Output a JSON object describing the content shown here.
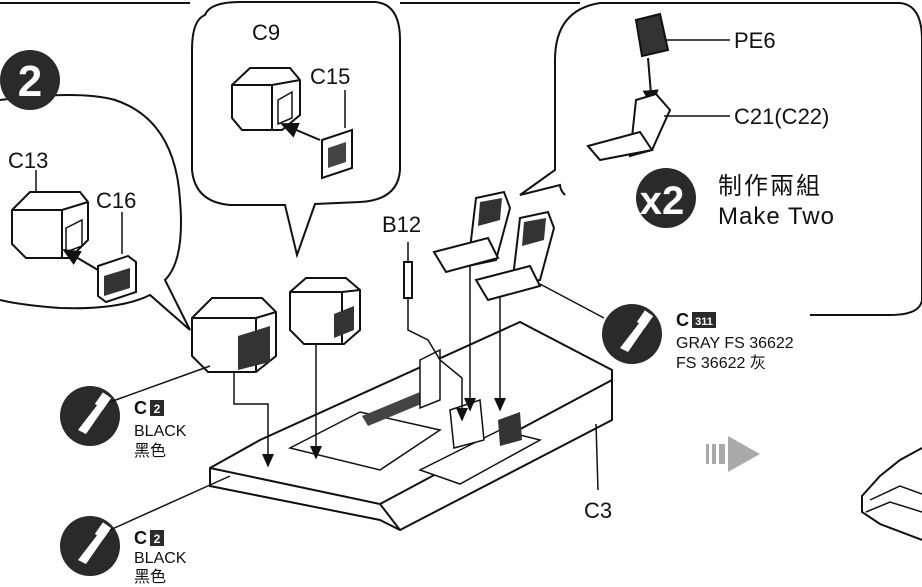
{
  "step": {
    "number": "2"
  },
  "parts": {
    "c9": "C9",
    "c15": "C15",
    "c13": "C13",
    "c16": "C16",
    "b12": "B12",
    "pe6": "PE6",
    "c21": "C21(C22)",
    "c3": "C3"
  },
  "make_two": {
    "multiplier": "x2",
    "chinese": "制作兩組",
    "english": "Make Two"
  },
  "paints": [
    {
      "code_letter": "C",
      "code_num": "2",
      "name": "BLACK",
      "chinese": "黑色"
    },
    {
      "code_letter": "C",
      "code_num": "2",
      "name": "BLACK",
      "chinese": "黑色"
    },
    {
      "code_letter": "C",
      "code_num": "311",
      "name": "GRAY FS 36622",
      "chinese": "FS 36622 灰"
    }
  ],
  "colors": {
    "ink": "#111111",
    "panel": "#2a2a2a",
    "fill": "#ffffff"
  }
}
